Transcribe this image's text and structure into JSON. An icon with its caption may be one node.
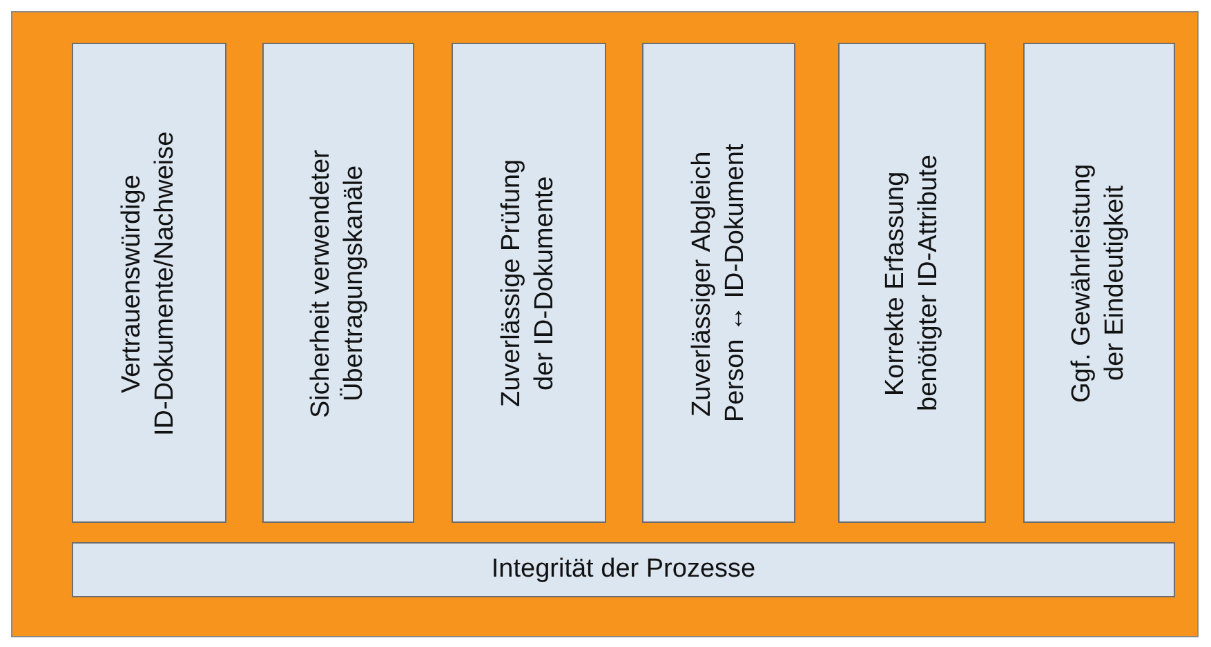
{
  "diagram": {
    "nodes": [
      {
        "text": [],
        "shape": "box"
      },
      {
        "text": [
          "Vertrauenswürdige ID-Dokumente/Nachweise"
        ],
        "in": 0
      },
      {
        "text": [
          "Sicherheit verwendeter Übertragungskanäle"
        ],
        "in": 0
      },
      {
        "text": [
          "Zuverlässige Prüfung der ID-Dokumente"
        ],
        "in": 0
      },
      {
        "text": [
          "Zuverlässiger Abgleich Person ↔ ID-Dokument"
        ],
        "in": 0
      },
      {
        "text": [
          "Korrekte Erfassung benötigter ID-Attribute"
        ],
        "in": 0
      },
      {
        "text": [
          "Ggf. Gewährleistung der Eindeutigkeit"
        ],
        "in": 0
      },
      {
        "text": [
          "Integrität der Prozesse"
        ],
        "in": 0
      }
    ]
  }
}
